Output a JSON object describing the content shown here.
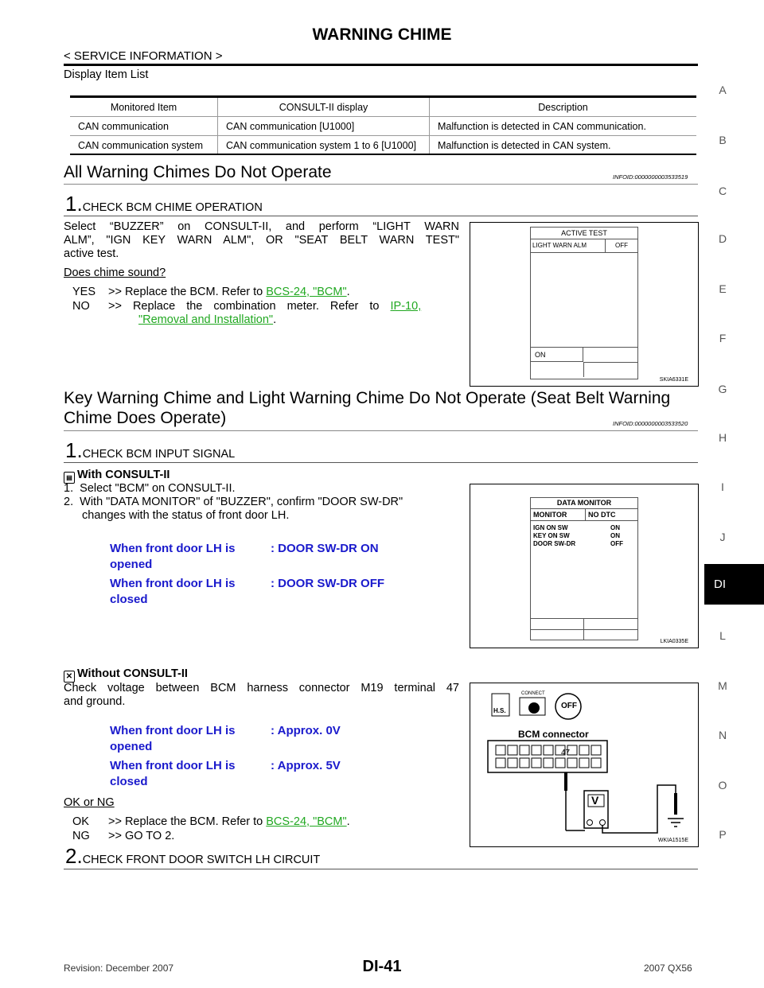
{
  "header": {
    "title": "WARNING CHIME",
    "subtitle": "< SERVICE INFORMATION >"
  },
  "display_item_list": {
    "label": "Display Item List",
    "columns": [
      "Monitored Item",
      "CONSULT-II display",
      "Description"
    ],
    "rows": [
      [
        "CAN communication",
        "CAN communication [U1000]",
        "Malfunction is detected in CAN communication."
      ],
      [
        "CAN communication system",
        "CAN communication system 1 to 6 [U1000]",
        "Malfunction is detected in CAN system."
      ]
    ]
  },
  "section1": {
    "heading": "All Warning Chimes Do Not Operate",
    "infoid": "INFOID:0000000003533519",
    "step_num": "1.",
    "step_title": "CHECK BCM CHIME OPERATION",
    "body": [
      "Select “BUZZER” on CONSULT-II, and perform “LIGHT WARN",
      "ALM”, \"IGN KEY WARN ALM\", OR \"SEAT BELT WARN TEST\"",
      "active test."
    ],
    "question": "Does chime sound?",
    "yes_key": "YES",
    "yes_text": ">> Replace the BCM. Refer to ",
    "yes_link": "BCS-24, \"BCM\"",
    "yes_end": ".",
    "no_key": "NO",
    "no_text": ">> Replace the combination meter. Refer to ",
    "no_link1": "IP-10,",
    "no_link2": "\"Removal and Installation\"",
    "no_end": ".",
    "figure": {
      "header": "ACTIVE TEST",
      "row_label": "LIGHT WARN ALM",
      "row_value": "OFF",
      "button": "ON",
      "code": "SKIA6331E"
    }
  },
  "section2": {
    "heading_line1": "Key Warning Chime and Light Warning Chime Do Not Operate (Seat Belt Warning",
    "heading_line2": "Chime Does Operate)",
    "infoid": "INFOID:0000000003533520",
    "step1_num": "1.",
    "step1_title": "CHECK BCM INPUT SIGNAL",
    "with_label": "With CONSULT-II",
    "with_steps": [
      "1.  Select \"BCM\" on CONSULT-II.",
      "2.  With \"DATA MONITOR\" of \"BUZZER\", confirm \"DOOR SW-DR\"",
      "changes with the status of front door LH."
    ],
    "consult_table": [
      {
        "cond1": "When front door LH is",
        "cond2": "opened",
        "value": ": DOOR SW-DR ON"
      },
      {
        "cond1": "When front door LH is",
        "cond2": "closed",
        "value": ": DOOR SW-DR OFF"
      }
    ],
    "figure2": {
      "header": "DATA MONITOR",
      "monitor": "MONITOR",
      "nodtc": "NO DTC",
      "rows": [
        [
          "IGN ON SW",
          "ON"
        ],
        [
          "KEY ON SW",
          "ON"
        ],
        [
          "DOOR SW-DR",
          "OFF"
        ]
      ],
      "code": "LKIA0335E"
    },
    "without_label": "Without CONSULT-II",
    "without_body": [
      "Check voltage between BCM harness connector M19 terminal 47",
      "and ground."
    ],
    "voltage_table": [
      {
        "cond1": "When front door LH is",
        "cond2": "opened",
        "value": ": Approx. 0V"
      },
      {
        "cond1": "When front door LH is",
        "cond2": "closed",
        "value": ": Approx. 5V"
      }
    ],
    "figure3": {
      "connect": "CONNECT",
      "off": "OFF",
      "hs": "H.S.",
      "connector": "BCM connector",
      "terminal": "47",
      "meter": "V",
      "code": "WKIA1515E"
    },
    "ok_ng": "OK or NG",
    "ok_key": "OK",
    "ok_text": ">> Replace the BCM. Refer to ",
    "ok_link": "BCS-24, \"BCM\"",
    "ok_end": ".",
    "ng_key": "NG",
    "ng_text": ">> GO TO 2.",
    "step2_num": "2.",
    "step2_title": "CHECK FRONT DOOR SWITCH LH CIRCUIT"
  },
  "side_index": [
    "A",
    "B",
    "C",
    "D",
    "E",
    "F",
    "G",
    "H",
    "I",
    "J",
    "DI",
    "L",
    "M",
    "N",
    "O",
    "P"
  ],
  "footer": {
    "revision": "Revision: December 2007",
    "page": "DI-41",
    "model": "2007 QX56"
  }
}
